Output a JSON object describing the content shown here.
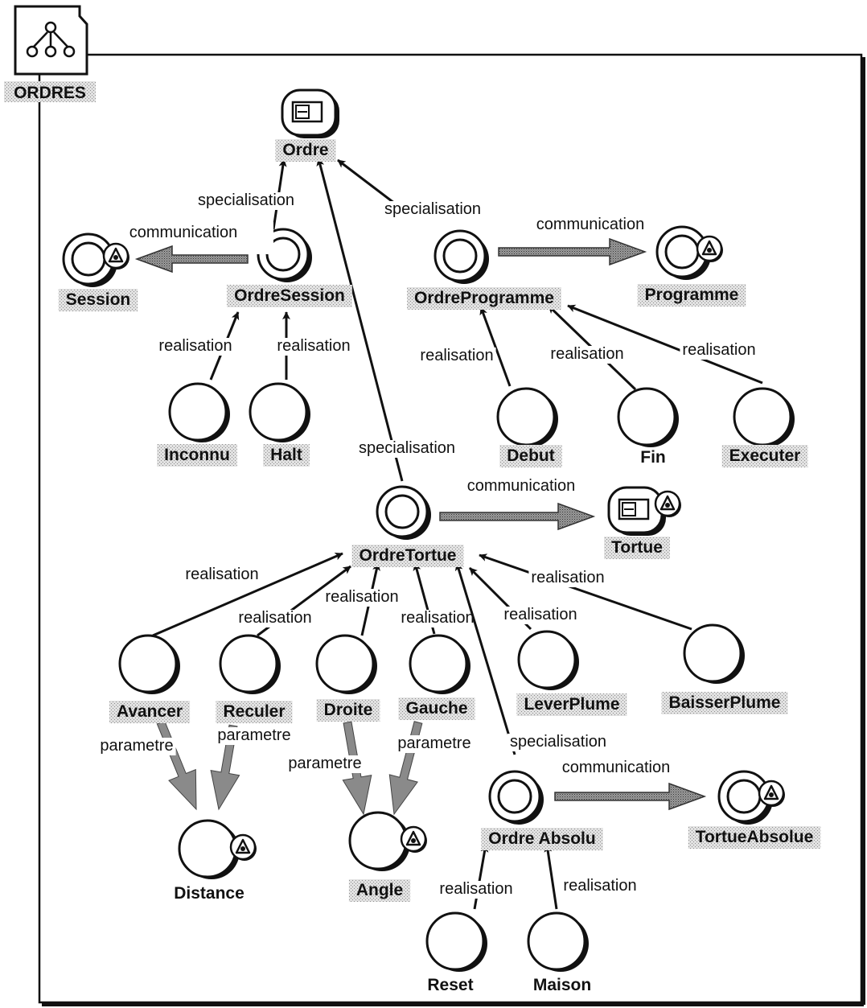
{
  "package": {
    "name": "ORDRES",
    "icon": "hierarchy-tree-icon"
  },
  "nodes": [
    {
      "id": "ordre",
      "label": "Ordre",
      "kind": "class",
      "highlight": true
    },
    {
      "id": "session",
      "label": "Session",
      "kind": "class-utility",
      "highlight": true
    },
    {
      "id": "ordre_session",
      "label": "OrdreSession",
      "kind": "class",
      "highlight": true
    },
    {
      "id": "ordre_programme",
      "label": "OrdreProgramme",
      "kind": "class",
      "highlight": true
    },
    {
      "id": "programme",
      "label": "Programme",
      "kind": "class-utility",
      "highlight": true
    },
    {
      "id": "inconnu",
      "label": "Inconnu",
      "kind": "object",
      "highlight": true
    },
    {
      "id": "halt",
      "label": "Halt",
      "kind": "object",
      "highlight": true
    },
    {
      "id": "debut",
      "label": "Debut",
      "kind": "object",
      "highlight": true
    },
    {
      "id": "fin",
      "label": "Fin",
      "kind": "object",
      "highlight": false
    },
    {
      "id": "executer",
      "label": "Executer",
      "kind": "object",
      "highlight": true
    },
    {
      "id": "ordre_tortue",
      "label": "OrdreTortue",
      "kind": "class",
      "highlight": true
    },
    {
      "id": "tortue",
      "label": "Tortue",
      "kind": "class-utility",
      "highlight": true
    },
    {
      "id": "avancer",
      "label": "Avancer",
      "kind": "object",
      "highlight": true
    },
    {
      "id": "reculer",
      "label": "Reculer",
      "kind": "object",
      "highlight": true
    },
    {
      "id": "droite",
      "label": "Droite",
      "kind": "object",
      "highlight": true
    },
    {
      "id": "gauche",
      "label": "Gauche",
      "kind": "object",
      "highlight": true
    },
    {
      "id": "lever_plume",
      "label": "LeverPlume",
      "kind": "object",
      "highlight": true
    },
    {
      "id": "baisser_plume",
      "label": "BaisserPlume",
      "kind": "object",
      "highlight": true
    },
    {
      "id": "distance",
      "label": "Distance",
      "kind": "object-utility",
      "highlight": false
    },
    {
      "id": "angle",
      "label": "Angle",
      "kind": "object-utility",
      "highlight": true
    },
    {
      "id": "ordre_absolu",
      "label": "Ordre Absolu",
      "kind": "class",
      "highlight": true
    },
    {
      "id": "tortue_absolue",
      "label": "TortueAbsolue",
      "kind": "class-utility",
      "highlight": true
    },
    {
      "id": "reset",
      "label": "Reset",
      "kind": "object",
      "highlight": false
    },
    {
      "id": "maison",
      "label": "Maison",
      "kind": "object",
      "highlight": false
    }
  ],
  "edges": [
    {
      "from": "ordre_session",
      "to": "ordre",
      "label": "specialisation",
      "type": "specialisation"
    },
    {
      "from": "ordre_programme",
      "to": "ordre",
      "label": "specialisation",
      "type": "specialisation"
    },
    {
      "from": "ordre_tortue",
      "to": "ordre",
      "label": "specialisation",
      "type": "specialisation"
    },
    {
      "from": "ordre_session",
      "to": "session",
      "label": "communication",
      "type": "communication"
    },
    {
      "from": "ordre_programme",
      "to": "programme",
      "label": "communication",
      "type": "communication"
    },
    {
      "from": "ordre_tortue",
      "to": "tortue",
      "label": "communication",
      "type": "communication"
    },
    {
      "from": "ordre_absolu",
      "to": "tortue_absolue",
      "label": "communication",
      "type": "communication"
    },
    {
      "from": "inconnu",
      "to": "ordre_session",
      "label": "realisation",
      "type": "realisation"
    },
    {
      "from": "halt",
      "to": "ordre_session",
      "label": "realisation",
      "type": "realisation"
    },
    {
      "from": "debut",
      "to": "ordre_programme",
      "label": "realisation",
      "type": "realisation"
    },
    {
      "from": "fin",
      "to": "ordre_programme",
      "label": "realisation",
      "type": "realisation"
    },
    {
      "from": "executer",
      "to": "ordre_programme",
      "label": "realisation",
      "type": "realisation"
    },
    {
      "from": "avancer",
      "to": "ordre_tortue",
      "label": "realisation",
      "type": "realisation"
    },
    {
      "from": "reculer",
      "to": "ordre_tortue",
      "label": "realisation",
      "type": "realisation"
    },
    {
      "from": "droite",
      "to": "ordre_tortue",
      "label": "realisation",
      "type": "realisation"
    },
    {
      "from": "gauche",
      "to": "ordre_tortue",
      "label": "realisation",
      "type": "realisation"
    },
    {
      "from": "lever_plume",
      "to": "ordre_tortue",
      "label": "realisation",
      "type": "realisation"
    },
    {
      "from": "baisser_plume",
      "to": "ordre_tortue",
      "label": "realisation",
      "type": "realisation"
    },
    {
      "from": "ordre_absolu",
      "to": "ordre_tortue",
      "label": "specialisation",
      "type": "specialisation"
    },
    {
      "from": "avancer",
      "to": "distance",
      "label": "parametre",
      "type": "parametre"
    },
    {
      "from": "reculer",
      "to": "distance",
      "label": "parametre",
      "type": "parametre"
    },
    {
      "from": "droite",
      "to": "angle",
      "label": "parametre",
      "type": "parametre"
    },
    {
      "from": "gauche",
      "to": "angle",
      "label": "parametre",
      "type": "parametre"
    },
    {
      "from": "reset",
      "to": "ordre_absolu",
      "label": "realisation",
      "type": "realisation"
    },
    {
      "from": "maison",
      "to": "ordre_absolu",
      "label": "realisation",
      "type": "realisation"
    }
  ],
  "colors": {
    "ink": "#111111",
    "highlight": "#c8c8c8",
    "shadow": "#000000",
    "paper": "#ffffff",
    "parametre_fill": "#8a8a8a"
  }
}
